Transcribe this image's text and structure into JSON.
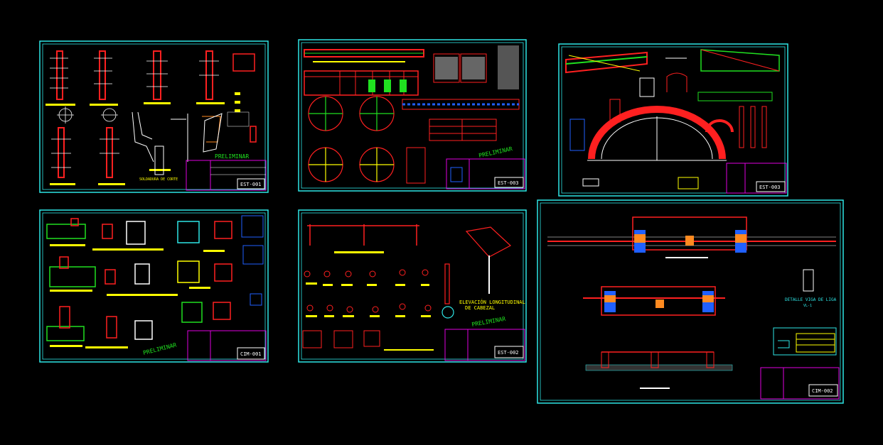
{
  "sheets": [
    {
      "code": "EST-001",
      "stamp": "PRELIMINAR",
      "captions": [
        "SOLDADURA DE CORTE"
      ]
    },
    {
      "code": "EST-003",
      "stamp": "PRELIMINAR",
      "captions": []
    },
    {
      "code": "EST-003",
      "stamp": "",
      "captions": []
    },
    {
      "code": "CIM-001",
      "stamp": "PRELIMINAR",
      "captions": []
    },
    {
      "code": "EST-002",
      "stamp": "PRELIMINAR",
      "captions": [
        "ELEVACIÓN LONGITUDINAL",
        "DE CABEZAL"
      ]
    },
    {
      "code": "CIM-002",
      "stamp": "",
      "captions": [
        "DETALLE VIGA DE LIGA",
        "VL-1"
      ]
    }
  ],
  "colors": {
    "background": "#000000",
    "frame": "#2ee6e6",
    "red": "#ff2020",
    "yellow": "#ffff00",
    "green": "#20e020",
    "magenta": "#e000e0",
    "white": "#ffffff",
    "blue": "#2060ff",
    "orange": "#ff8a20"
  }
}
